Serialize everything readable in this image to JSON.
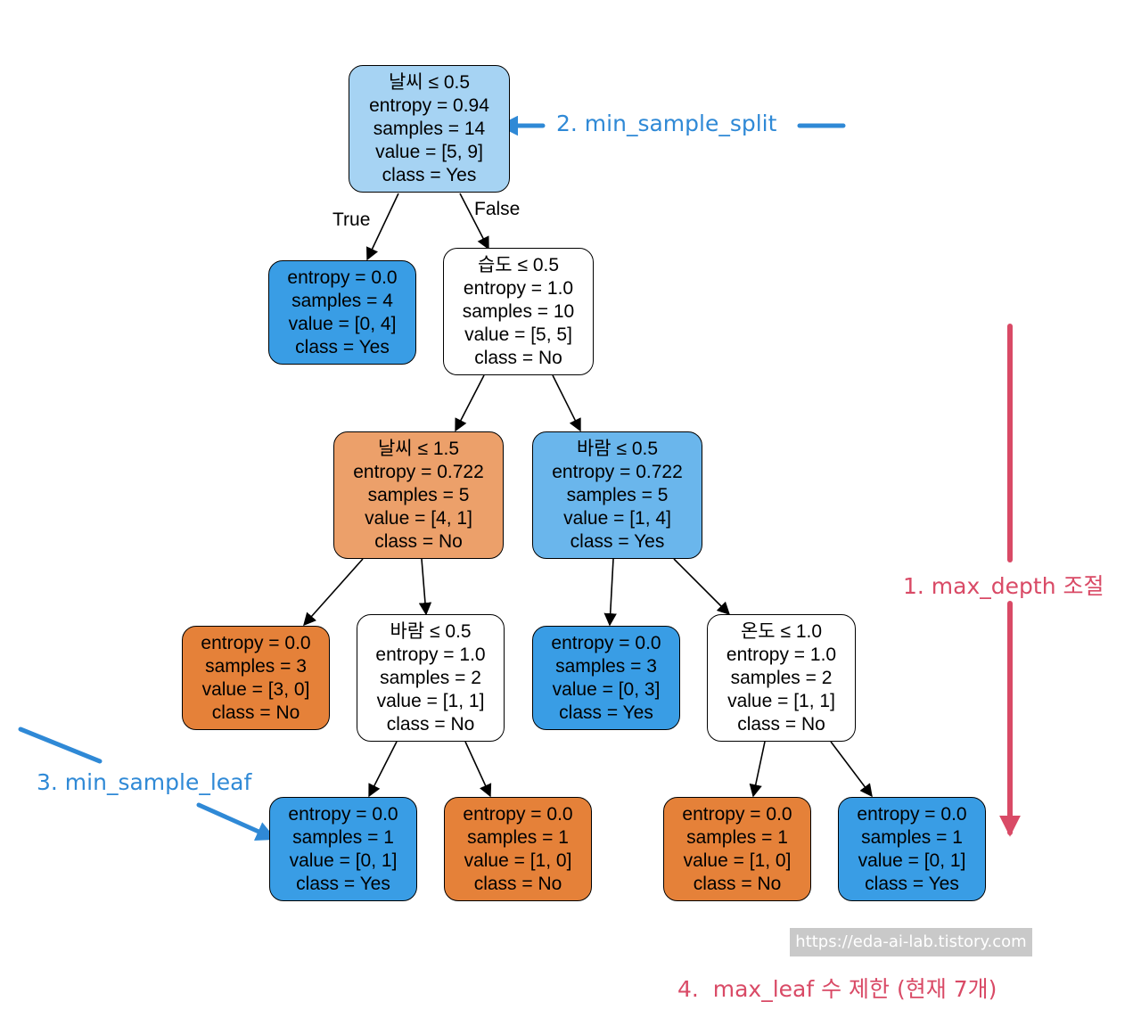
{
  "colors": {
    "blue_deep": "#399de5",
    "blue_light": "#a6d3f3",
    "blue_mid": "#6ab6ec",
    "orange_deep": "#e58139",
    "orange_light": "#eca06a",
    "white": "#ffffff",
    "annotation_blue": "#2f89d6",
    "annotation_red": "#d94a66"
  },
  "tree": {
    "root": {
      "split": "날씨 ≤ 0.5",
      "entropy": "entropy = 0.94",
      "samples": "samples = 14",
      "value": "value = [5, 9]",
      "class": "class = Yes"
    },
    "true_label": "True",
    "false_label": "False",
    "n_left": {
      "entropy": "entropy = 0.0",
      "samples": "samples = 4",
      "value": "value = [0, 4]",
      "class": "class = Yes"
    },
    "n_right": {
      "split": "습도 ≤ 0.5",
      "entropy": "entropy = 1.0",
      "samples": "samples = 10",
      "value": "value = [5, 5]",
      "class": "class = No"
    },
    "n_rl": {
      "split": "날씨 ≤ 1.5",
      "entropy": "entropy = 0.722",
      "samples": "samples = 5",
      "value": "value = [4, 1]",
      "class": "class = No"
    },
    "n_rr": {
      "split": "바람 ≤ 0.5",
      "entropy": "entropy = 0.722",
      "samples": "samples = 5",
      "value": "value = [1, 4]",
      "class": "class = Yes"
    },
    "n_rll": {
      "entropy": "entropy = 0.0",
      "samples": "samples = 3",
      "value": "value = [3, 0]",
      "class": "class = No"
    },
    "n_rlr": {
      "split": "바람 ≤ 0.5",
      "entropy": "entropy = 1.0",
      "samples": "samples = 2",
      "value": "value = [1, 1]",
      "class": "class = No"
    },
    "n_rrl": {
      "entropy": "entropy = 0.0",
      "samples": "samples = 3",
      "value": "value = [0, 3]",
      "class": "class = Yes"
    },
    "n_rrr": {
      "split": "온도 ≤ 1.0",
      "entropy": "entropy = 1.0",
      "samples": "samples = 2",
      "value": "value = [1, 1]",
      "class": "class = No"
    },
    "n_rlrl": {
      "entropy": "entropy = 0.0",
      "samples": "samples = 1",
      "value": "value = [0, 1]",
      "class": "class = Yes"
    },
    "n_rlrr": {
      "entropy": "entropy = 0.0",
      "samples": "samples = 1",
      "value": "value = [1, 0]",
      "class": "class = No"
    },
    "n_rrrl": {
      "entropy": "entropy = 0.0",
      "samples": "samples = 1",
      "value": "value = [1, 0]",
      "class": "class = No"
    },
    "n_rrrr": {
      "entropy": "entropy = 0.0",
      "samples": "samples = 1",
      "value": "value = [0, 1]",
      "class": "class = Yes"
    }
  },
  "annotations": {
    "max_depth": "1. max_depth 조절",
    "min_sample_split": "2. min_sample_split",
    "min_sample_leaf": "3. min_sample_leaf",
    "max_leaf": "4.  max_leaf 수 제한 (현재 7개)"
  },
  "watermark": "https://eda-ai-lab.tistory.com"
}
